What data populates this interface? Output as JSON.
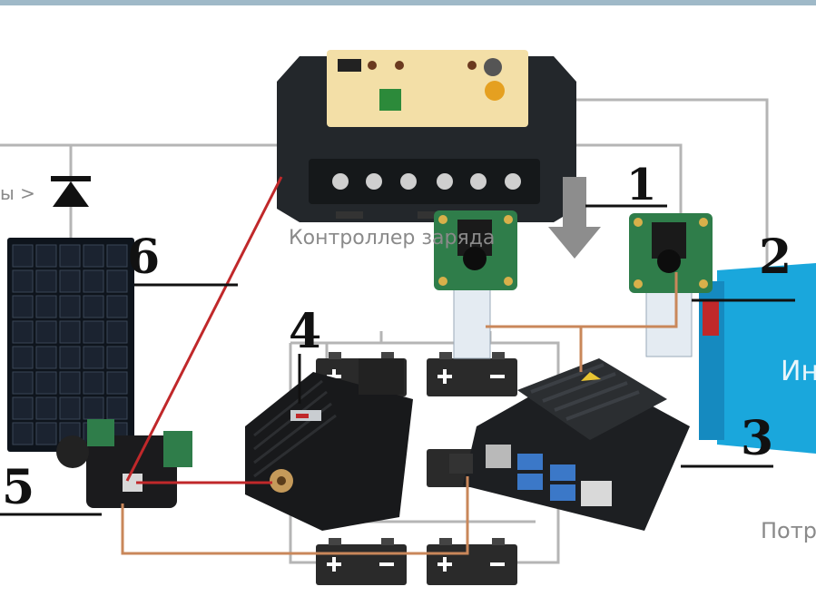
{
  "labels": {
    "n1": "1",
    "n2": "2",
    "n3": "3",
    "n4": "4",
    "n5": "5",
    "n6": "6"
  },
  "texts": {
    "controller_caption": "Контроллер заряда",
    "consumer_caption": "Потр",
    "panel_caption": "ы >",
    "inverter_text": "Ин"
  },
  "components": {
    "controller": "charge-controller",
    "camera_left": "camera-module",
    "camera_right": "camera-module",
    "inverter": "inverter",
    "laser": "laser-module",
    "board": "jetson-nano-board",
    "servo": "pan-tilt-servo",
    "solar_panel": "solar-panel",
    "batteries": "battery-bank",
    "diode": "diode-icon",
    "arrow": "down-arrow-icon"
  },
  "colors": {
    "background": "#ffffff",
    "wire_gray": "#b5b5b5",
    "wire_red": "#c0282a",
    "wire_orange": "#c9875a",
    "controller_body": "#23272b",
    "controller_panel": "#f3dfa7",
    "pcb_green": "#2f7d4a",
    "inverter_blue": "#1aa7dc",
    "laser_body": "#18191b",
    "heatsink": "#222426",
    "solar_cell": "#1b2330"
  }
}
